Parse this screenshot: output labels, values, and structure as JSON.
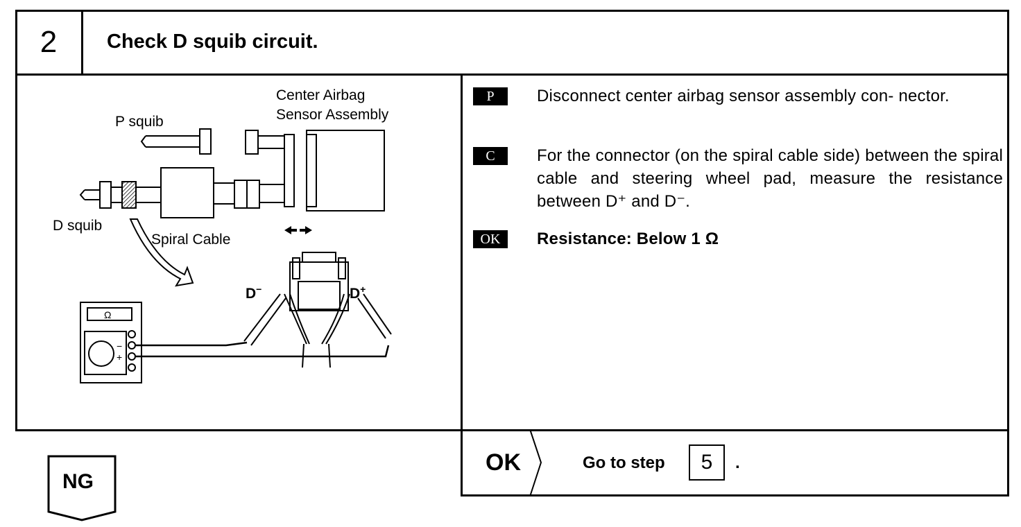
{
  "step": {
    "number": "2",
    "title": "Check D squib circuit."
  },
  "diagram": {
    "labels": {
      "center_airbag_line1": "Center Airbag",
      "center_airbag_line2": "Sensor Assembly",
      "p_squib": "P squib",
      "d_squib": "D squib",
      "spiral_cable": "Spiral Cable",
      "d_minus": "D",
      "d_minus_sup": "−",
      "d_plus": "D",
      "d_plus_sup": "+",
      "meter_symbol": "Ω",
      "meter_minus": "−",
      "meter_plus": "+"
    }
  },
  "instructions": [
    {
      "tag": "P",
      "text": "Disconnect center airbag sensor assembly con- nector."
    },
    {
      "tag": "C",
      "text": "For the connector (on the spiral cable side) between the spiral cable and steering wheel pad, measure the resistance between D⁺ and D⁻."
    },
    {
      "tag": "OK",
      "text": "Resistance:   Below 1 Ω"
    }
  ],
  "result_ok": {
    "label": "OK",
    "action": "Go to step",
    "step_ref": "5",
    "period": "."
  },
  "result_ng": {
    "label": "NG"
  }
}
